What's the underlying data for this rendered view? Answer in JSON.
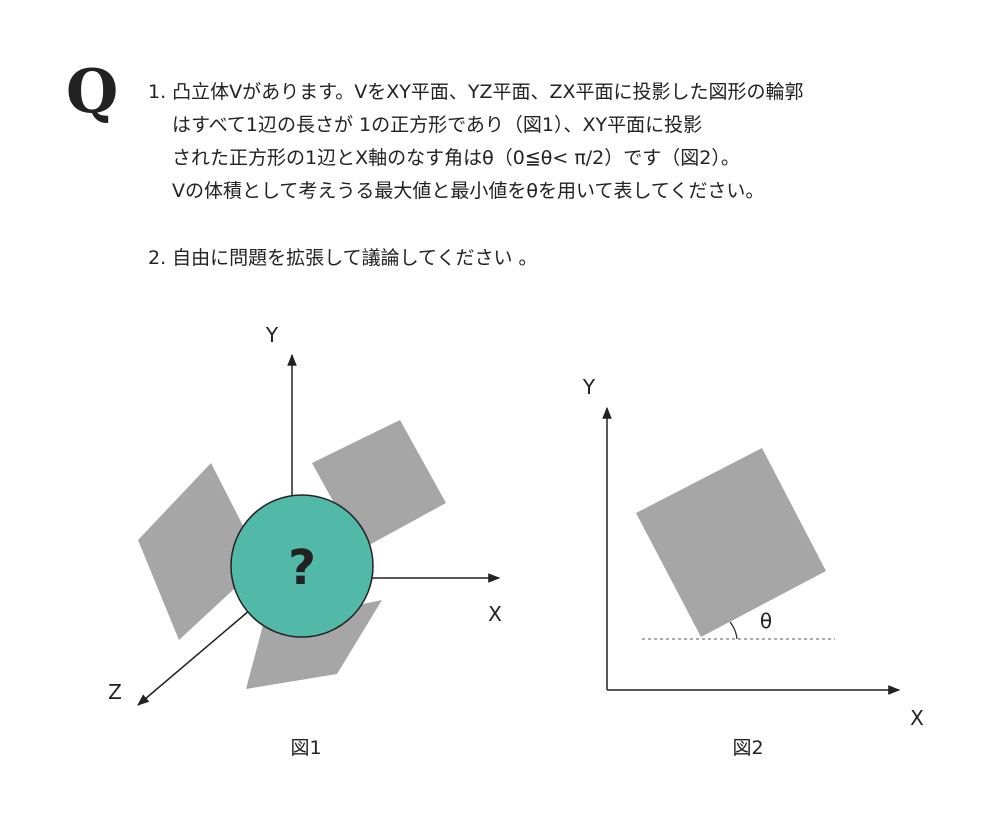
{
  "header": {
    "mark": "Q"
  },
  "problem": {
    "part1": {
      "line1": "1. 凸立体Vがあります。VをXY平面、YZ平面、ZX平面に投影した図形の輪郭",
      "line2": "はすべて1辺の長さが 1の正方形であり（図1）、XY平面に投影",
      "line3": "された正方形の1辺とX軸のなす角はθ（0≦θ< π/2）です（図2）。",
      "line4": "Vの体積として考えうる最大値と最小値をθを用いて表してください。"
    },
    "part2": {
      "line1": "2. 自由に問題を拡張して議論してください 。"
    }
  },
  "figure1": {
    "axis_x": "X",
    "axis_y": "Y",
    "axis_z": "Z",
    "center_symbol": "?",
    "caption": "図1",
    "colors": {
      "shape": "#a6a6a6",
      "solid": "#52b9a9",
      "stroke": "#222222"
    }
  },
  "figure2": {
    "axis_x": "X",
    "axis_y": "Y",
    "angle_label": "θ",
    "caption": "図2",
    "colors": {
      "square": "#a6a6a6",
      "stroke": "#222222"
    }
  }
}
